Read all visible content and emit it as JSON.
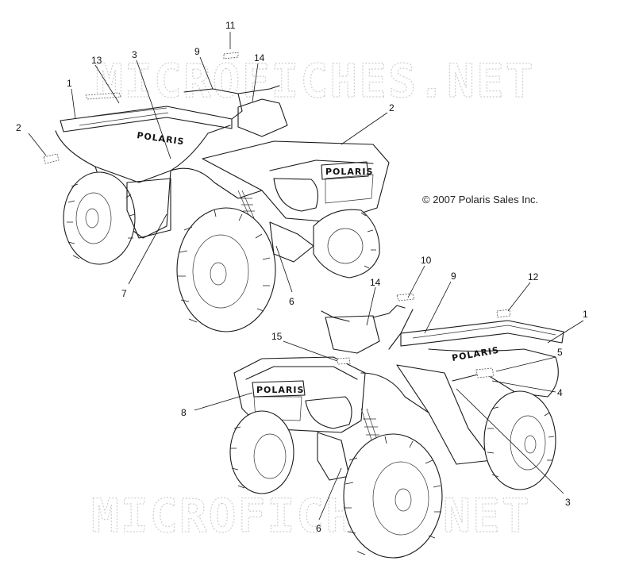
{
  "watermark": {
    "top_text": "MICROFICHES.NET",
    "bottom_text": "MICROFICHES.NET"
  },
  "copyright": "© 2007 Polaris Sales Inc.",
  "brand_logo_text": "POLARIS",
  "callouts": {
    "upper_vehicle": [
      "11",
      "9",
      "14",
      "2",
      "3",
      "1",
      "13",
      "2",
      "7",
      "6"
    ],
    "lower_vehicle": [
      "10",
      "9",
      "12",
      "14",
      "1",
      "15",
      "5",
      "4",
      "8",
      "3",
      "6"
    ]
  },
  "colors": {
    "line": "#1a1a1a",
    "watermark": "#cfcfcf",
    "background": "#ffffff"
  }
}
